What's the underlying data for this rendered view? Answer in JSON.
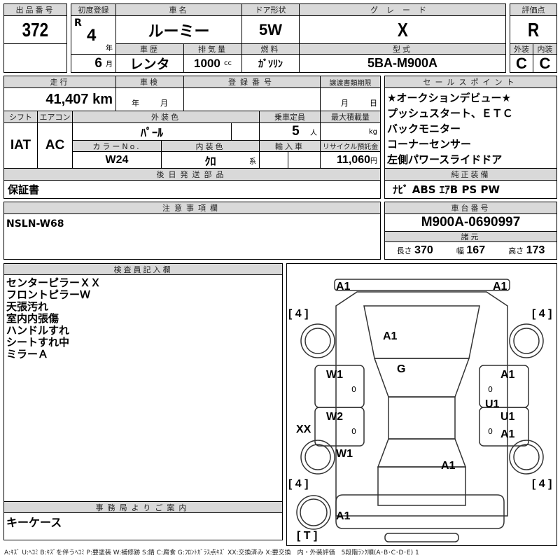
{
  "header": {
    "lot_label": "出品番号",
    "lot": "372",
    "first_reg_label": "初度登録",
    "era": "R",
    "year": "4",
    "year_unit": "年",
    "month": "6",
    "month_unit": "月",
    "name_label": "車名",
    "name": "ルーミー",
    "door_label": "ドア形状",
    "door": "5W",
    "grade_label": "グレード",
    "grade": "X",
    "score_label": "評価点",
    "score": "R",
    "history_label": "車歴",
    "history": "レンタ",
    "disp_label": "排気量",
    "disp": "1000",
    "disp_unit": "cc",
    "fuel_label": "燃料",
    "fuel": "ｶﾞｿﾘﾝ",
    "model_label": "型式",
    "model": "5BA-M900A",
    "ext_label": "外装",
    "ext": "C",
    "int_label": "内装",
    "int": "C"
  },
  "details": {
    "mileage_label": "走行",
    "mileage": "41,407 km",
    "inspection_label": "車検",
    "inspection_year": "年",
    "inspection_month": "月",
    "reg_label": "登録番号",
    "transfer_label": "譲渡書類期限",
    "transfer_month": "月",
    "transfer_day": "日",
    "shift_label": "シフト",
    "shift": "IAT",
    "ac_label": "エアコン",
    "ac": "AC",
    "color_label": "外装色",
    "color": "ﾊﾟｰﾙ",
    "capacity_label": "乗車定員",
    "capacity": "5",
    "capacity_unit": "人",
    "load_label": "最大積載量",
    "load_unit": "kg",
    "color_no_label": "カラーNo.",
    "color_no": "W24",
    "interior_label": "内装色",
    "interior": "ｸﾛ",
    "interior_unit": "系",
    "import_label": "輸入車",
    "recycle_label": "リサイクル預託金",
    "recycle": "11,060",
    "recycle_unit": "円",
    "later_label": "後日発送部品",
    "later": "保証書"
  },
  "sales": {
    "label": "セールスポイント",
    "items": [
      "★オークションデビュー★",
      "プッシュスタート、ＥＴＣ",
      "バックモニター",
      "コーナーセンサー",
      "左側パワースライドドア"
    ]
  },
  "equipment": {
    "label": "純正装備",
    "value": "ﾅﾋﾞ ABS ｴｱB PS PW"
  },
  "notes": {
    "label": "注意事項欄",
    "value": "NSLN-W68"
  },
  "chassis": {
    "label": "車台番号",
    "value": "M900A-0690997",
    "spec_label": "諸元",
    "length_label": "長さ",
    "length": "370",
    "width_label": "幅",
    "width": "167",
    "height_label": "高さ",
    "height": "173"
  },
  "inspector": {
    "label": "検査員記入欄",
    "items": [
      "センターピラーＸＸ",
      "フロントピラーＷ",
      "天張汚れ",
      "室内内張傷",
      "ハンドルすれ",
      "シートすれ中",
      "ミラーＡ"
    ]
  },
  "office": {
    "label": "事務局よりご案内",
    "value": "キーケース"
  },
  "diagram": {
    "marks": {
      "front_left": "A1",
      "front_right": "A1",
      "tire_fl": "[ 4 ]",
      "tire_fr": "[ 4 ]",
      "tire_rl": "[ 4 ]",
      "tire_rr": "[ 4 ]",
      "hood": "A1",
      "windshield": "G",
      "left_front_door": "W1",
      "left_rear_door": "W2",
      "left_sill": "W1",
      "left_pillar": "XX",
      "right_front_door": "A1",
      "right_pillar": "U1",
      "right_rear_door_u": "U1",
      "right_rear_door": "A1",
      "roof_rear": "A1",
      "rear": "A1",
      "spare": "[ T ]",
      "zero1": "0",
      "zero2": "0",
      "zero3": "0",
      "zero4": "0"
    }
  },
  "legend": "A:ｷｽﾞ U:ﾍｺﾐ B:ｷｽﾞを伴うﾍｺﾐ P:要塗装 W:補修跡 S:錆 C:腐食 G:ﾌﾛﾝﾄｶﾞﾗｽ点ｷｽﾞ XX:交換済み X:要交換　内・外装評価　5段階ﾗﾝｸ順(A･B･C･D･E) 1"
}
